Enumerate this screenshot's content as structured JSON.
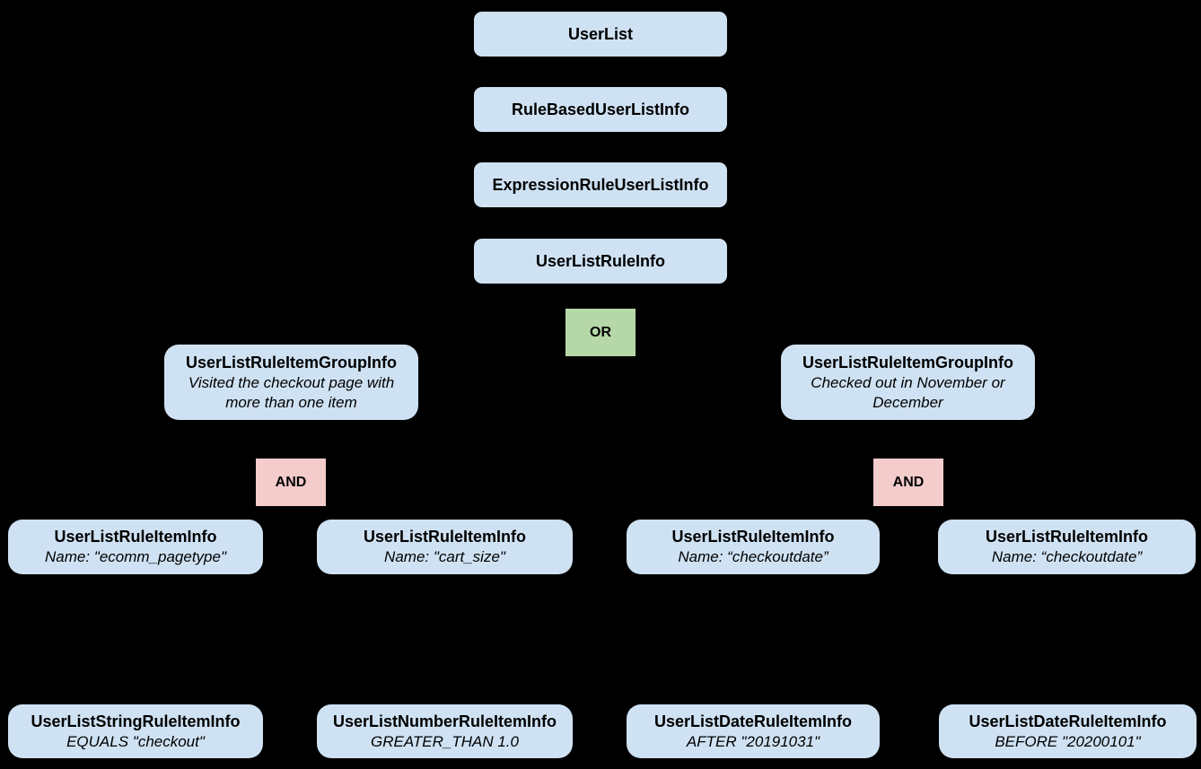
{
  "diagram": {
    "background_color": "#000000",
    "colors": {
      "node_fill": "#cfe2f3",
      "or_fill": "#b6d7a8",
      "and_fill": "#f4cccc",
      "text": "#000000"
    },
    "chain": [
      {
        "label": "UserList"
      },
      {
        "label": "RuleBasedUserListInfo"
      },
      {
        "label": "ExpressionRuleUserListInfo"
      },
      {
        "label": "UserListRuleInfo"
      }
    ],
    "operators": {
      "or": "OR",
      "and_left": "AND",
      "and_right": "AND"
    },
    "groups": {
      "left": {
        "title": "UserListRuleItemGroupInfo",
        "description": "Visited the checkout page with more than one item"
      },
      "right": {
        "title": "UserListRuleItemGroupInfo",
        "description": "Checked out in November or December"
      }
    },
    "rule_items": [
      {
        "title": "UserListRuleItemInfo",
        "subtitle": "Name: \"ecomm_pagetype\""
      },
      {
        "title": "UserListRuleItemInfo",
        "subtitle": "Name: \"cart_size\""
      },
      {
        "title": "UserListRuleItemInfo",
        "subtitle": "Name: “checkoutdate”"
      },
      {
        "title": "UserListRuleItemInfo",
        "subtitle": "Name: “checkoutdate”"
      }
    ],
    "operand_items": [
      {
        "title": "UserListStringRuleItemInfo",
        "subtitle": "EQUALS \"checkout\""
      },
      {
        "title": "UserListNumberRuleItemInfo",
        "subtitle": "GREATER_THAN 1.0"
      },
      {
        "title": "UserListDateRuleItemInfo",
        "subtitle": "AFTER \"20191031\""
      },
      {
        "title": "UserListDateRuleItemInfo",
        "subtitle": "BEFORE \"20200101\""
      }
    ]
  }
}
